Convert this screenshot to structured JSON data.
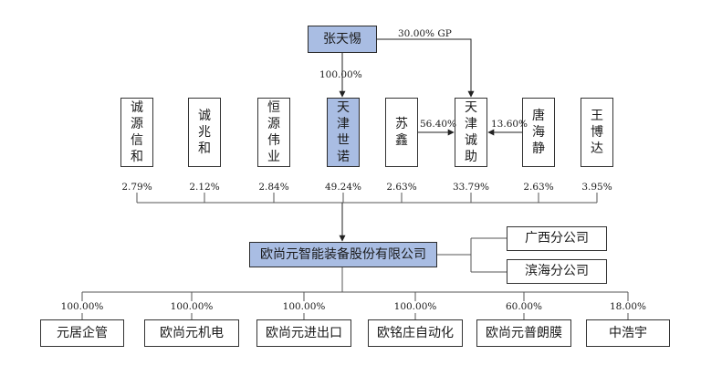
{
  "owner": {
    "name": "张天惕",
    "stake_label": "100.00%",
    "gp_label": "30.00% GP"
  },
  "shareholders": [
    {
      "name": "诚源信和",
      "pct": "2.79%",
      "highlight": false
    },
    {
      "name": "诚兆和",
      "pct": "2.12%",
      "highlight": false
    },
    {
      "name": "恒源伟业",
      "pct": "2.84%",
      "highlight": false
    },
    {
      "name": "天津世诺",
      "pct": "49.24%",
      "highlight": true
    },
    {
      "name": "苏鑫",
      "pct": "2.63%",
      "highlight": false
    },
    {
      "name": "天津诚助",
      "pct": "33.79%",
      "highlight": false
    },
    {
      "name": "唐海静",
      "pct": "2.63%",
      "highlight": false
    },
    {
      "name": "王博达",
      "pct": "3.95%",
      "highlight": false
    }
  ],
  "cross_links": [
    {
      "from": "苏鑫",
      "to": "天津诚助",
      "label": "56.40%"
    },
    {
      "from": "唐海静",
      "to": "天津诚助",
      "label": "13.60%"
    }
  ],
  "company": {
    "name": "欧尚元智能装备股份有限公司"
  },
  "branches": [
    {
      "name": "广西分公司"
    },
    {
      "name": "滨海分公司"
    }
  ],
  "subsidiaries": [
    {
      "name": "元居企管",
      "pct": "100.00%"
    },
    {
      "name": "欧尚元机电",
      "pct": "100.00%"
    },
    {
      "name": "欧尚元进出口",
      "pct": "100.00%"
    },
    {
      "name": "欧铭庄自动化",
      "pct": "100.00%"
    },
    {
      "name": "欧尚元普朗膜",
      "pct": "60.00%"
    },
    {
      "name": "中浩宇",
      "pct": "18.00%"
    }
  ],
  "colors": {
    "highlight_fill": "#a9bde3",
    "line": "#555555",
    "border": "#333333"
  }
}
